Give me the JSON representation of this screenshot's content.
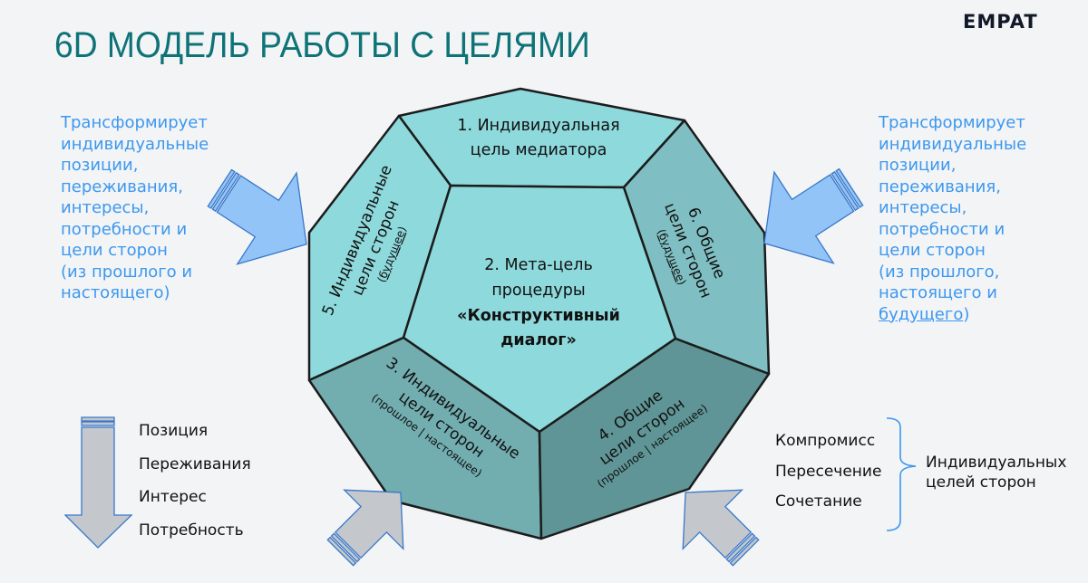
{
  "header": {
    "title": "6D МОДЕЛЬ РАБОТЫ С ЦЕЛЯМИ",
    "logo": "EMPAT"
  },
  "left_note": {
    "lines": [
      "Трансформирует",
      "индивидуальные",
      "позиции,",
      "переживания,",
      "интересы,",
      "потребности и",
      "цели сторон",
      "(из прошлого и",
      "настоящего)"
    ]
  },
  "right_note": {
    "lines": [
      "Трансформирует",
      "индивидуальные",
      "позиции,",
      "переживания,",
      "интересы,",
      "потребности и",
      "цели сторон",
      "(из прошлого,",
      "настоящего и"
    ],
    "last_underlined": "будущего",
    "last_tail": ")"
  },
  "dodecahedron": {
    "colors": {
      "light_face": "#8ed9dc",
      "mid_face": "#7fbfc3",
      "dark_face": "#72adb0",
      "darker_face": "#5f9596",
      "stroke": "#1c1c1c"
    },
    "faces": {
      "f1": {
        "lines": [
          "1. Индивидуальная",
          "цель медиатора"
        ]
      },
      "f2": {
        "lines": [
          "2. Мета-цель",
          "процедуры"
        ],
        "bold_lines": [
          "«Конструктивный",
          "диалог»"
        ]
      },
      "f3": {
        "lines": [
          "3. Индивидуальные",
          "цели сторон"
        ],
        "small": "(прошлое | настоящее)"
      },
      "f4": {
        "lines": [
          "4. Общие",
          "цели сторон"
        ],
        "small": "(прошлое | настоящее)"
      },
      "f5": {
        "lines": [
          "5. Индивидуальные",
          "цели сторон"
        ],
        "small_prefix": "(",
        "small_underlined": "будущее",
        "small_suffix": ")"
      },
      "f6": {
        "lines": [
          "6. Общие",
          "цели сторон"
        ],
        "small_prefix": "(",
        "small_underlined": "будущее",
        "small_suffix": ")"
      }
    }
  },
  "arrows": {
    "blue_fill": "#93c4f7",
    "gray_fill": "#c4c8cc",
    "outline": "#3a78c9"
  },
  "left_list": {
    "items": [
      "Позиция",
      "Переживания",
      "Интерес",
      "Потребность"
    ]
  },
  "right_list": {
    "items": [
      "Компромисс",
      "Пересечение",
      "Сочетание"
    ],
    "bracket_label_lines": [
      "Индивидуальных",
      "целей сторон"
    ]
  }
}
